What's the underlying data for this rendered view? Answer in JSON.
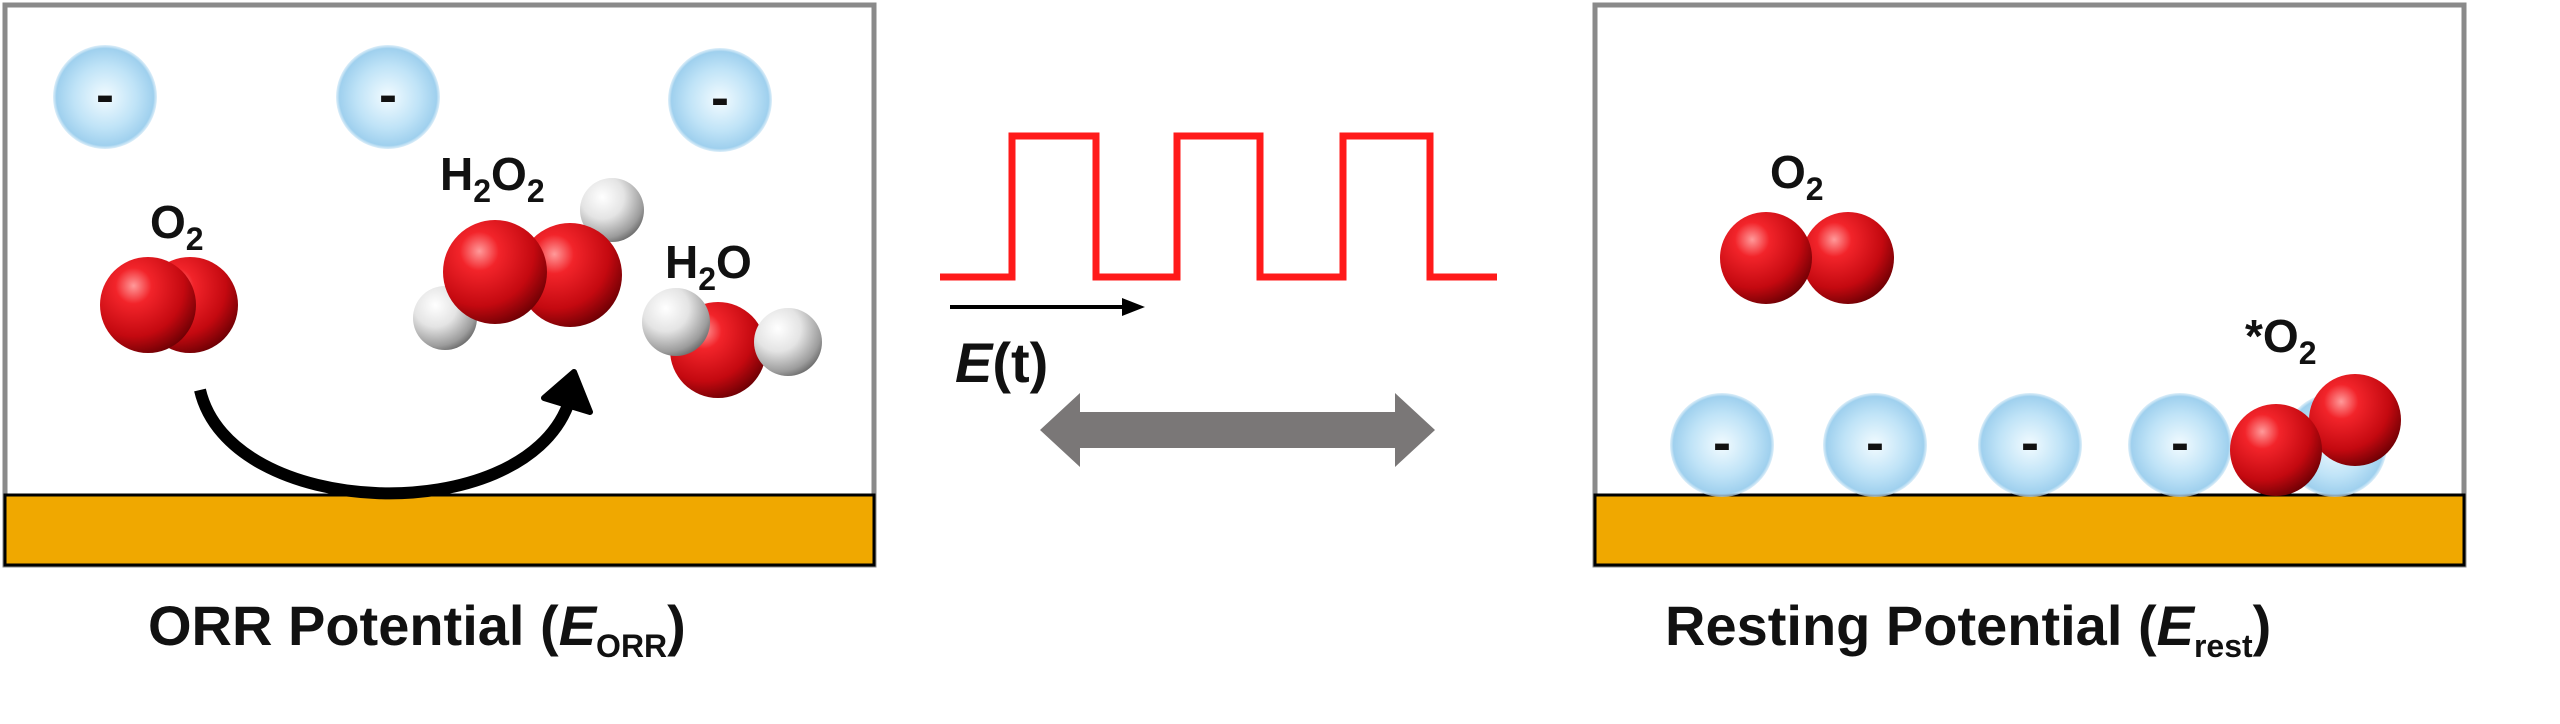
{
  "left_panel": {
    "labels": {
      "o2": {
        "main": "O",
        "sub": "2"
      },
      "h2o2": {
        "main": "H",
        "sub1": "2",
        "mid": "O",
        "sub2": "2"
      },
      "h2o": {
        "main": "H",
        "sub": "2",
        "tail": "O"
      }
    },
    "anion_charge": "-",
    "caption": {
      "prefix": "ORR Potential (",
      "symbol": "E",
      "sub": "ORR",
      "suffix": ")"
    }
  },
  "middle": {
    "waveform_label": {
      "symbol": "E",
      "rest": "(t)"
    }
  },
  "right_panel": {
    "labels": {
      "o2": {
        "main": "O",
        "sub": "2"
      },
      "adsorbed_o2": {
        "main": "*O",
        "sub": "2"
      }
    },
    "anion_charge": "-",
    "caption": {
      "prefix": "Resting Potential (",
      "symbol": "E",
      "sub": "rest",
      "suffix": ")"
    }
  },
  "colors": {
    "oxygen": "#e8141b",
    "hydrogen": "#ececec",
    "anion": "#bfe3f7",
    "electrode": "#f0a800",
    "frame": "#8a8a8a",
    "waveform": "#ff1a1a",
    "double_arrow": "#7a7777"
  }
}
